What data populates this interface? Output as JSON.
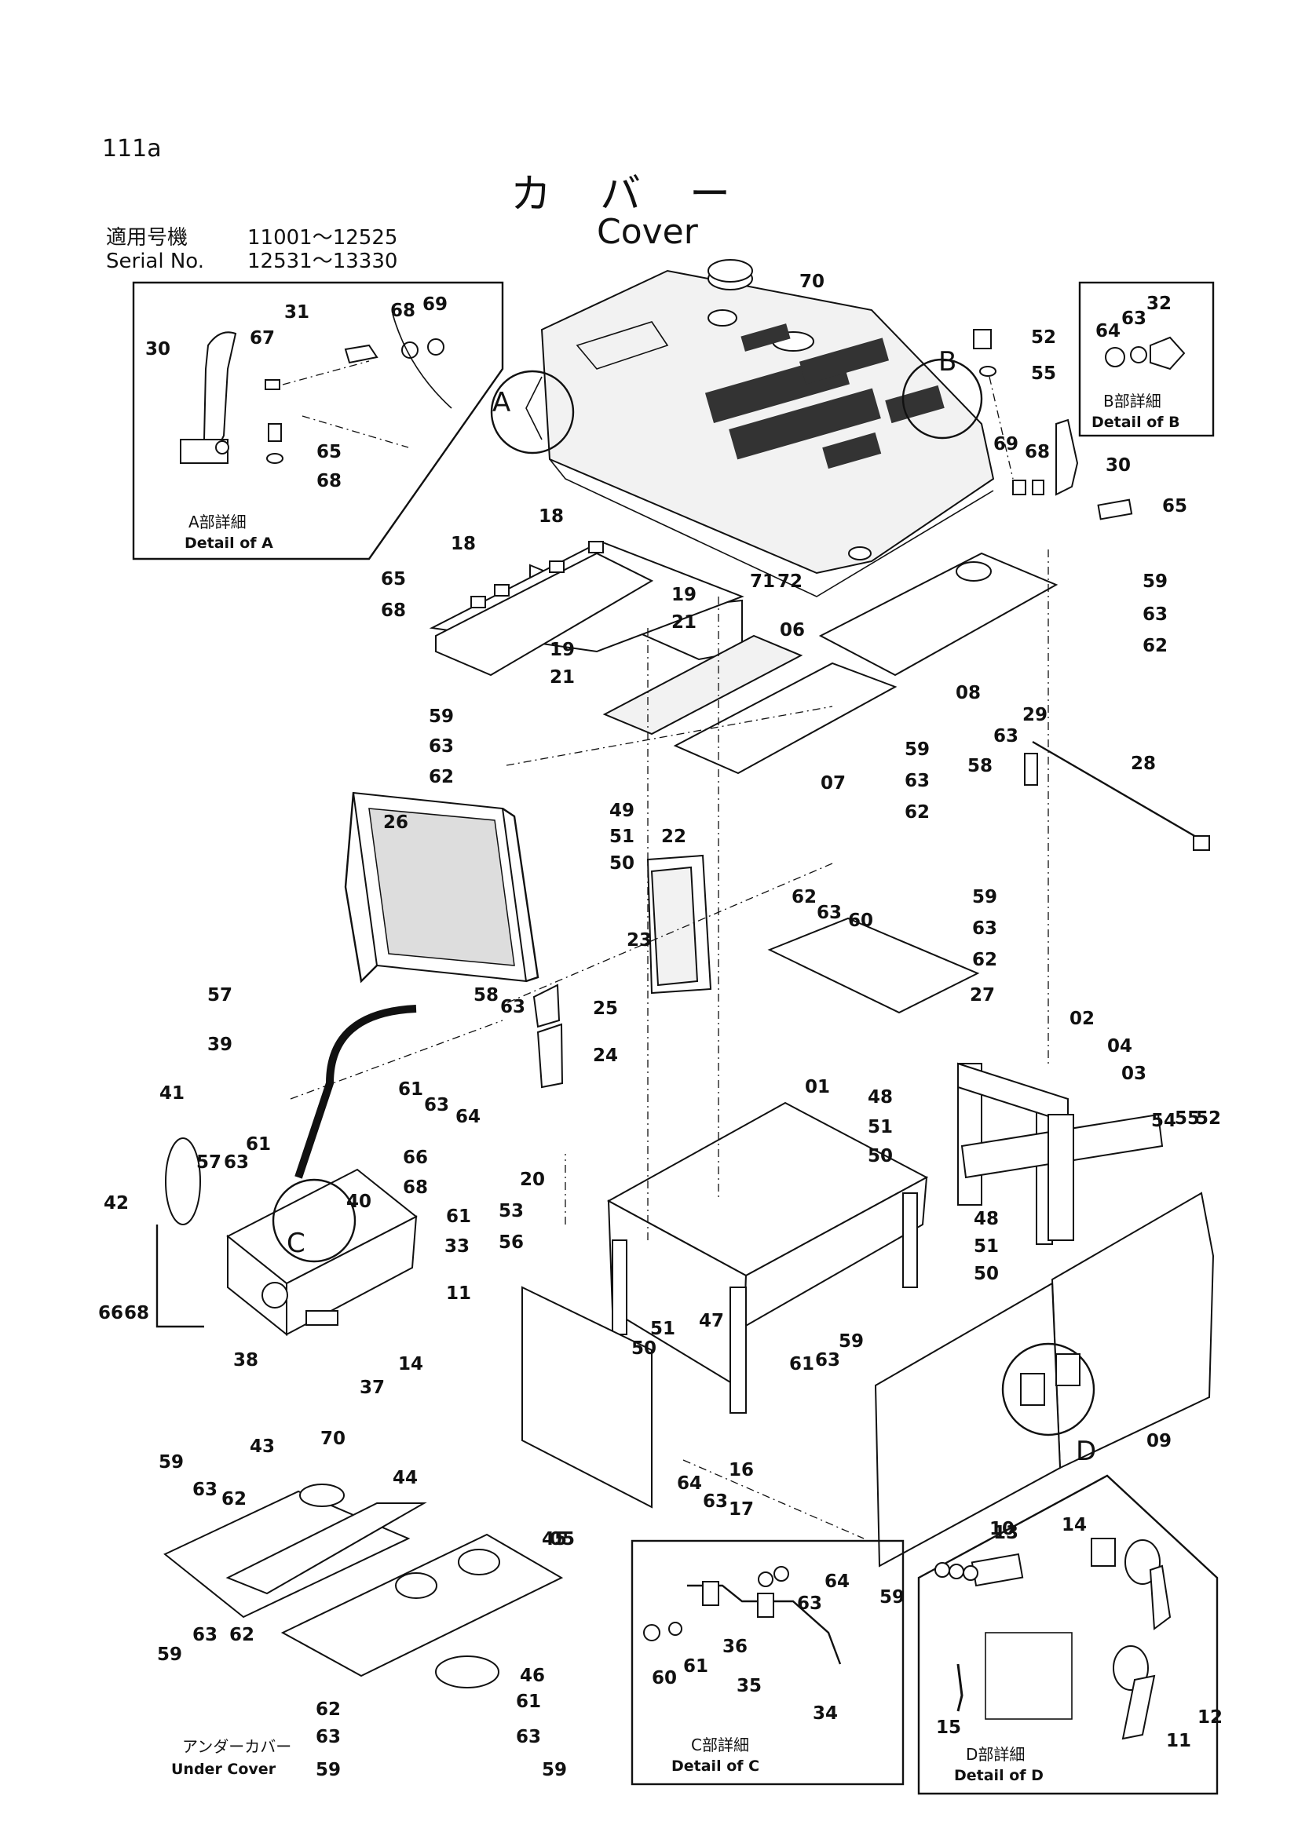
{
  "header": {
    "page_number": "111a",
    "title_jp": "カバー",
    "title_en": "Cover",
    "serial_label_jp": "適用号機",
    "serial_label_en": "Serial No.",
    "serial_range_1": "11001～12525",
    "serial_range_2": "12531～13330"
  },
  "details": {
    "a_jp": "A部詳細",
    "a_en": "Detail of A",
    "b_jp": "B部詳細",
    "b_en": "Detail of B",
    "c_jp": "C部詳細",
    "c_en": "Detail of C",
    "d_jp": "D部詳細",
    "d_en": "Detail of D",
    "under_jp": "アンダーカバー",
    "under_en": "Under Cover"
  },
  "callouts": {
    "A": "A",
    "B": "B",
    "C": "C",
    "D": "D"
  },
  "labels": [
    {
      "id": "a30",
      "text": "30"
    },
    {
      "id": "a31",
      "text": "31"
    },
    {
      "id": "a67",
      "text": "67"
    },
    {
      "id": "a68t",
      "text": "68"
    },
    {
      "id": "a69",
      "text": "69"
    },
    {
      "id": "a65",
      "text": "65"
    },
    {
      "id": "a68b",
      "text": "68"
    },
    {
      "id": "p70",
      "text": "70"
    },
    {
      "id": "p52",
      "text": "52"
    },
    {
      "id": "p55",
      "text": "55"
    },
    {
      "id": "b64",
      "text": "64"
    },
    {
      "id": "b63",
      "text": "63"
    },
    {
      "id": "b32",
      "text": "32"
    },
    {
      "id": "p69",
      "text": "69"
    },
    {
      "id": "p68",
      "text": "68"
    },
    {
      "id": "p30",
      "text": "30"
    },
    {
      "id": "p65r",
      "text": "65"
    },
    {
      "id": "p18a",
      "text": "18"
    },
    {
      "id": "p18b",
      "text": "18"
    },
    {
      "id": "p65l",
      "text": "65"
    },
    {
      "id": "p68l",
      "text": "68"
    },
    {
      "id": "p19a",
      "text": "19"
    },
    {
      "id": "p21a",
      "text": "21"
    },
    {
      "id": "p19b",
      "text": "19"
    },
    {
      "id": "p21b",
      "text": "21"
    },
    {
      "id": "p71",
      "text": "71"
    },
    {
      "id": "p72",
      "text": "72"
    },
    {
      "id": "p06",
      "text": "06"
    },
    {
      "id": "p59r",
      "text": "59"
    },
    {
      "id": "p63r",
      "text": "63"
    },
    {
      "id": "p62r",
      "text": "62"
    },
    {
      "id": "p08",
      "text": "08"
    },
    {
      "id": "p59l",
      "text": "59"
    },
    {
      "id": "p63l",
      "text": "63"
    },
    {
      "id": "p62l",
      "text": "62"
    },
    {
      "id": "p07",
      "text": "07"
    },
    {
      "id": "p59m",
      "text": "59"
    },
    {
      "id": "p63m",
      "text": "63"
    },
    {
      "id": "p62m",
      "text": "62"
    },
    {
      "id": "p58r",
      "text": "58"
    },
    {
      "id": "p63rr",
      "text": "63"
    },
    {
      "id": "p29",
      "text": "29"
    },
    {
      "id": "p28",
      "text": "28"
    },
    {
      "id": "p26",
      "text": "26"
    },
    {
      "id": "p49",
      "text": "49"
    },
    {
      "id": "p51a",
      "text": "51"
    },
    {
      "id": "p50a",
      "text": "50"
    },
    {
      "id": "p22",
      "text": "22"
    },
    {
      "id": "p62c",
      "text": "62"
    },
    {
      "id": "p63c",
      "text": "63"
    },
    {
      "id": "p60",
      "text": "60"
    },
    {
      "id": "p59c",
      "text": "59"
    },
    {
      "id": "p63c2",
      "text": "63"
    },
    {
      "id": "p62c2",
      "text": "62"
    },
    {
      "id": "p27",
      "text": "27"
    },
    {
      "id": "p23",
      "text": "23"
    },
    {
      "id": "p57a",
      "text": "57"
    },
    {
      "id": "p58m",
      "text": "58"
    },
    {
      "id": "p63mm",
      "text": "63"
    },
    {
      "id": "p25",
      "text": "25"
    },
    {
      "id": "p24",
      "text": "24"
    },
    {
      "id": "p39",
      "text": "39"
    },
    {
      "id": "p61a",
      "text": "61"
    },
    {
      "id": "p63ma",
      "text": "63"
    },
    {
      "id": "p64a",
      "text": "64"
    },
    {
      "id": "p02",
      "text": "02"
    },
    {
      "id": "p04",
      "text": "04"
    },
    {
      "id": "p03",
      "text": "03"
    },
    {
      "id": "p54",
      "text": "54"
    },
    {
      "id": "p55b",
      "text": "55"
    },
    {
      "id": "p52b",
      "text": "52"
    },
    {
      "id": "p41",
      "text": "41"
    },
    {
      "id": "p61b",
      "text": "61"
    },
    {
      "id": "p63b",
      "text": "63"
    },
    {
      "id": "p57b",
      "text": "57"
    },
    {
      "id": "p40",
      "text": "40"
    },
    {
      "id": "p66a",
      "text": "66"
    },
    {
      "id": "p68a",
      "text": "68"
    },
    {
      "id": "p61c",
      "text": "61"
    },
    {
      "id": "p33",
      "text": "33"
    },
    {
      "id": "p20",
      "text": "20"
    },
    {
      "id": "p53",
      "text": "53"
    },
    {
      "id": "p56",
      "text": "56"
    },
    {
      "id": "p01",
      "text": "01"
    },
    {
      "id": "p48a",
      "text": "48"
    },
    {
      "id": "p51b",
      "text": "51"
    },
    {
      "id": "p50b",
      "text": "50"
    },
    {
      "id": "p48b",
      "text": "48"
    },
    {
      "id": "p51c",
      "text": "51"
    },
    {
      "id": "p50c",
      "text": "50"
    },
    {
      "id": "p42",
      "text": "42"
    },
    {
      "id": "p66b",
      "text": "66"
    },
    {
      "id": "p68b",
      "text": "68"
    },
    {
      "id": "p11",
      "text": "11"
    },
    {
      "id": "p38",
      "text": "38"
    },
    {
      "id": "p37",
      "text": "37"
    },
    {
      "id": "p14",
      "text": "14"
    },
    {
      "id": "p50d",
      "text": "50"
    },
    {
      "id": "p51d",
      "text": "51"
    },
    {
      "id": "p47",
      "text": "47"
    },
    {
      "id": "p61d",
      "text": "61"
    },
    {
      "id": "p63d",
      "text": "63"
    },
    {
      "id": "p59d",
      "text": "59"
    },
    {
      "id": "p05",
      "text": "05"
    },
    {
      "id": "p64d",
      "text": "64"
    },
    {
      "id": "p63e",
      "text": "63"
    },
    {
      "id": "p09",
      "text": "09"
    },
    {
      "id": "u59a",
      "text": "59"
    },
    {
      "id": "u43",
      "text": "43"
    },
    {
      "id": "u70",
      "text": "70"
    },
    {
      "id": "u63a",
      "text": "63"
    },
    {
      "id": "u62a",
      "text": "62"
    },
    {
      "id": "u44",
      "text": "44"
    },
    {
      "id": "p16",
      "text": "16"
    },
    {
      "id": "p17",
      "text": "17"
    },
    {
      "id": "p10",
      "text": "10"
    },
    {
      "id": "u45",
      "text": "45"
    },
    {
      "id": "u59b",
      "text": "59"
    },
    {
      "id": "u63b",
      "text": "63"
    },
    {
      "id": "u62b",
      "text": "62"
    },
    {
      "id": "u46",
      "text": "46"
    },
    {
      "id": "u62c",
      "text": "62"
    },
    {
      "id": "u61c",
      "text": "61"
    },
    {
      "id": "u63c",
      "text": "63"
    },
    {
      "id": "u63d",
      "text": "63"
    },
    {
      "id": "u59c",
      "text": "59"
    },
    {
      "id": "u59d",
      "text": "59"
    },
    {
      "id": "c64",
      "text": "64"
    },
    {
      "id": "c63",
      "text": "63"
    },
    {
      "id": "c60",
      "text": "60"
    },
    {
      "id": "c61",
      "text": "61"
    },
    {
      "id": "c36",
      "text": "36"
    },
    {
      "id": "c35",
      "text": "35"
    },
    {
      "id": "c34",
      "text": "34"
    },
    {
      "id": "p59e",
      "text": "59"
    },
    {
      "id": "d13",
      "text": "13"
    },
    {
      "id": "d14",
      "text": "14"
    },
    {
      "id": "d15",
      "text": "15"
    },
    {
      "id": "d12",
      "text": "12"
    },
    {
      "id": "d11",
      "text": "11"
    }
  ]
}
